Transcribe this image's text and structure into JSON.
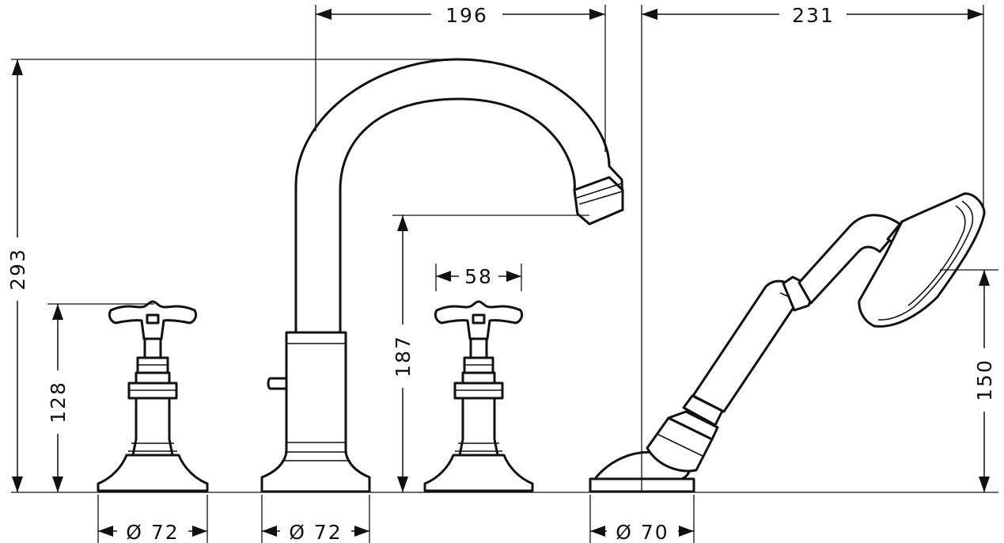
{
  "dimensions": {
    "spout_reach": "196",
    "handshower_reach": "231",
    "overall_height": "293",
    "handle_height": "128",
    "spout_outlet_height": "187",
    "handle_width": "58",
    "handshower_height": "150",
    "base_diameter_left": "Ø 72",
    "base_diameter_spout": "Ø 72",
    "base_diameter_handshower": "Ø 70"
  }
}
